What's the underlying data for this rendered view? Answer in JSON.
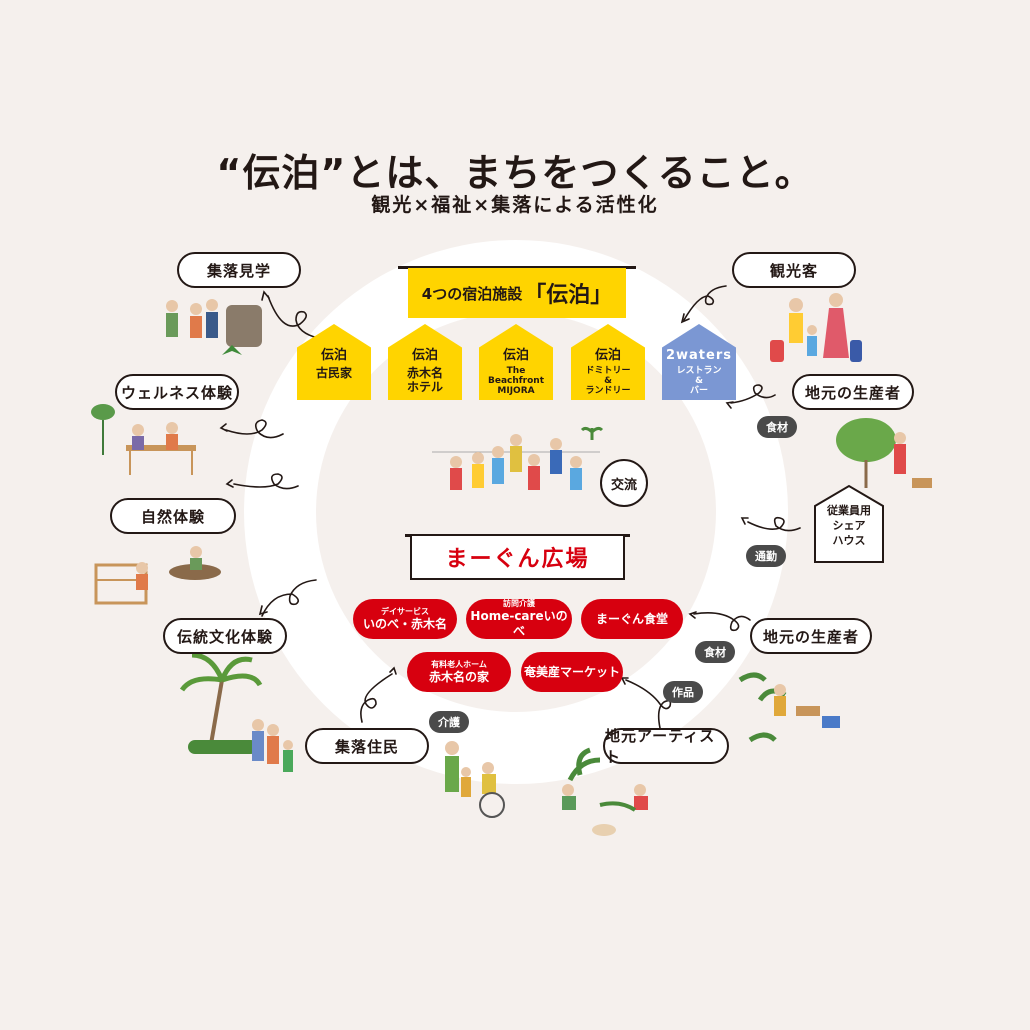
{
  "title": {
    "main": "“伝泊”とは、まちをつくること。",
    "sub": "観光×福祉×集落による活性化"
  },
  "facilities": {
    "banner_prefix": "4つの宿泊施設",
    "banner_name": "「伝泊」",
    "houses": [
      {
        "top": "伝泊",
        "name": "古民家"
      },
      {
        "top": "伝泊",
        "name": "赤木名\nホテル"
      },
      {
        "top": "伝泊",
        "name": "The\nBeachfront\nMIJORA"
      },
      {
        "top": "伝泊",
        "name": "ドミトリー\n&\nランドリー"
      },
      {
        "top": "2waters",
        "name": "レストラン\n&\nバー"
      }
    ]
  },
  "exchange": "交流",
  "plaza": {
    "title": "まーぐん広場",
    "services": [
      {
        "small": "デイサービス",
        "main": "いのべ・赤木名"
      },
      {
        "small": "訪問介護",
        "main": "Home-careいのべ"
      },
      {
        "small": "",
        "main": "まーぐん食堂"
      },
      {
        "small": "有料老人ホーム",
        "main": "赤木名の家"
      },
      {
        "small": "",
        "main": "奄美産マーケット"
      }
    ]
  },
  "experiences": {
    "village_tour": "集落見学",
    "wellness": "ウェルネス体験",
    "nature": "自然体験",
    "traditional_culture": "伝統文化体験"
  },
  "stakeholders": {
    "tourists": "観光客",
    "local_producers_top": "地元の生産者",
    "local_producers_bottom": "地元の生産者",
    "local_artists": "地元アーティスト",
    "residents": "集落住民"
  },
  "share_house": "従業員用\nシェア\nハウス",
  "tags": {
    "ingredients_top": "食材",
    "commute": "通勤",
    "ingredients_bottom": "食材",
    "works": "作品",
    "care": "介護"
  },
  "colors": {
    "background": "#f5f0ed",
    "yellow": "#ffd400",
    "red": "#d7000f",
    "blue": "#7b97d3",
    "ink": "#231815"
  }
}
